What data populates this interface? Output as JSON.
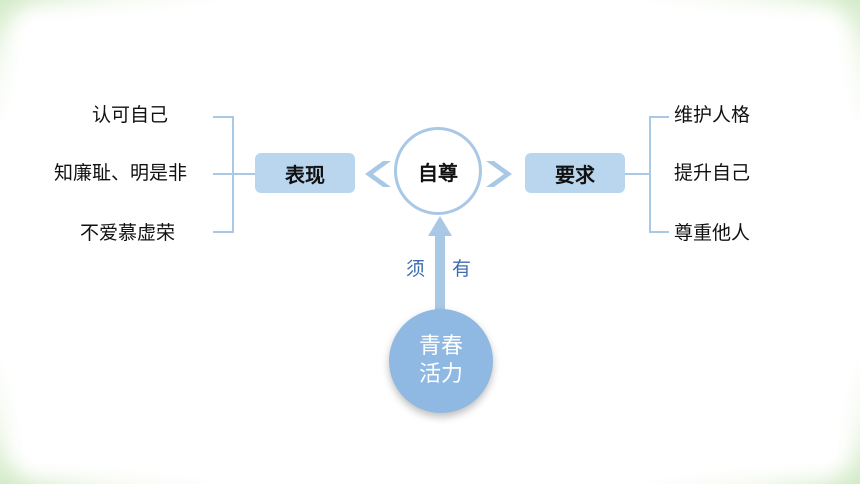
{
  "center": "自尊",
  "left": {
    "label": "表现",
    "items": [
      "认可自己",
      "知廉耻、明是非",
      "不爱慕虚荣"
    ]
  },
  "right": {
    "label": "要求",
    "items": [
      "维护人格",
      "提升自己",
      "尊重他人"
    ]
  },
  "bottom": {
    "line1": "青春",
    "line2": "活力",
    "connector_left": "须",
    "connector_right": "有"
  }
}
